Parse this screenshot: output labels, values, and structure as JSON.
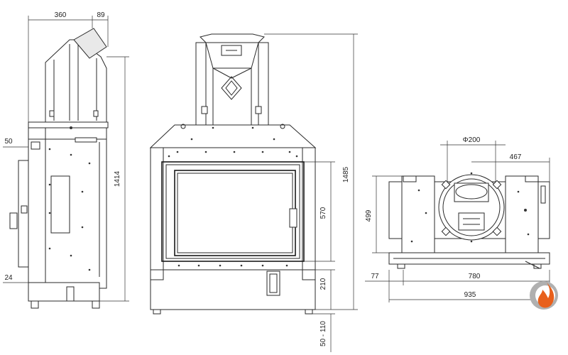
{
  "dimensions": {
    "side_width": "360",
    "side_offset": "89",
    "side_height": "1414",
    "side_left": "50",
    "side_bottom": "24",
    "front_total_height": "1485",
    "front_glass_height": "570",
    "front_base_height": "210",
    "front_feet": "50 - 110",
    "top_flue_diameter": "Φ200",
    "top_right": "467",
    "top_depth": "499",
    "top_left_offset": "77",
    "top_inner_width": "780",
    "top_total_width": "935"
  },
  "colors": {
    "line": "#2a2a2a",
    "logo_orange": "#e8601c",
    "logo_gray": "#b0b0b0"
  },
  "logo_icon": "flame-logo-icon"
}
